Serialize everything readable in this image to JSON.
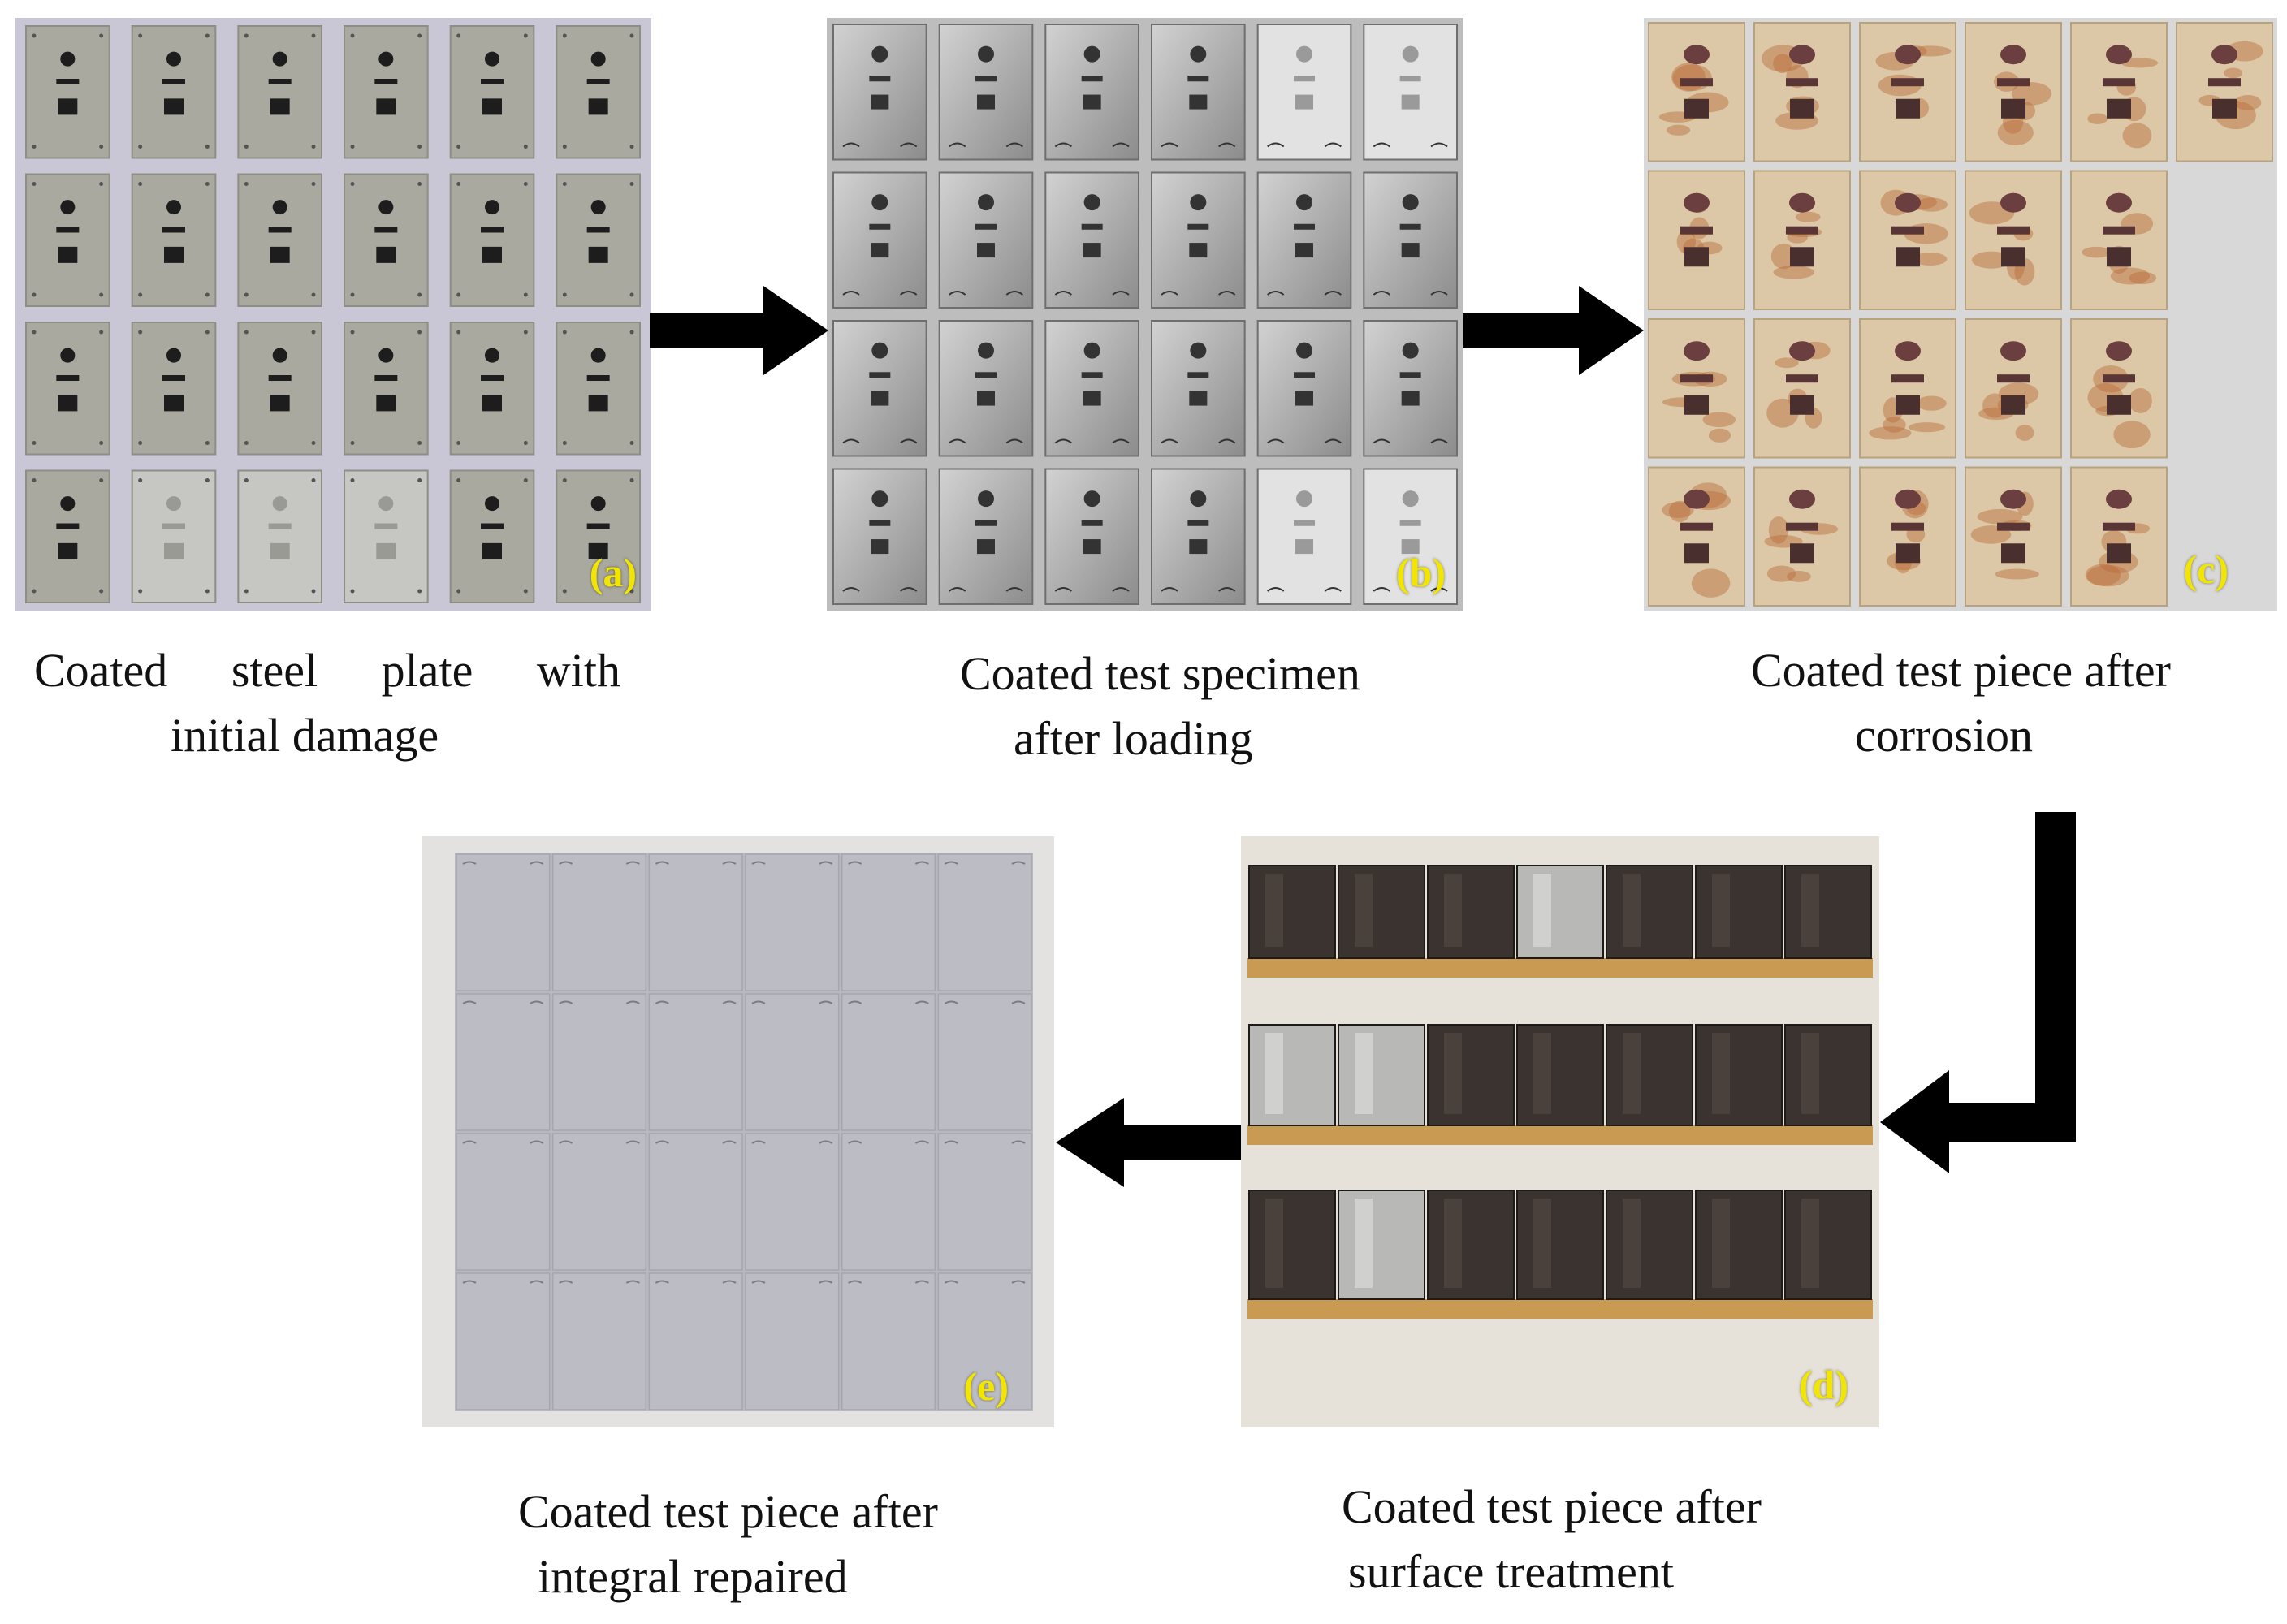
{
  "colors": {
    "label_yellow": "#f2e600",
    "arrow": "#000000",
    "caption_text": "#111111"
  },
  "panels": [
    {
      "id": "a",
      "label": "(a)",
      "caption_line1_words": [
        "Coated",
        "steel",
        "plate",
        "with"
      ],
      "caption_line2": "initial damage"
    },
    {
      "id": "b",
      "label": "(b)",
      "caption_line1": "Coated test specimen",
      "caption_line2": "after loading"
    },
    {
      "id": "c",
      "label": "(c)",
      "caption_line1": "Coated test piece after",
      "caption_line2": "corrosion"
    },
    {
      "id": "d",
      "label": "(d)",
      "caption_line1": "Coated test piece after",
      "caption_line2": "surface treatment"
    },
    {
      "id": "e",
      "label": "(e)",
      "caption_line1": "Coated test piece after",
      "caption_line2": "integral repaired"
    }
  ],
  "arrows": [
    "arrow-right",
    "arrow-right",
    "arrow-elbow-down-left",
    "arrow-left"
  ]
}
